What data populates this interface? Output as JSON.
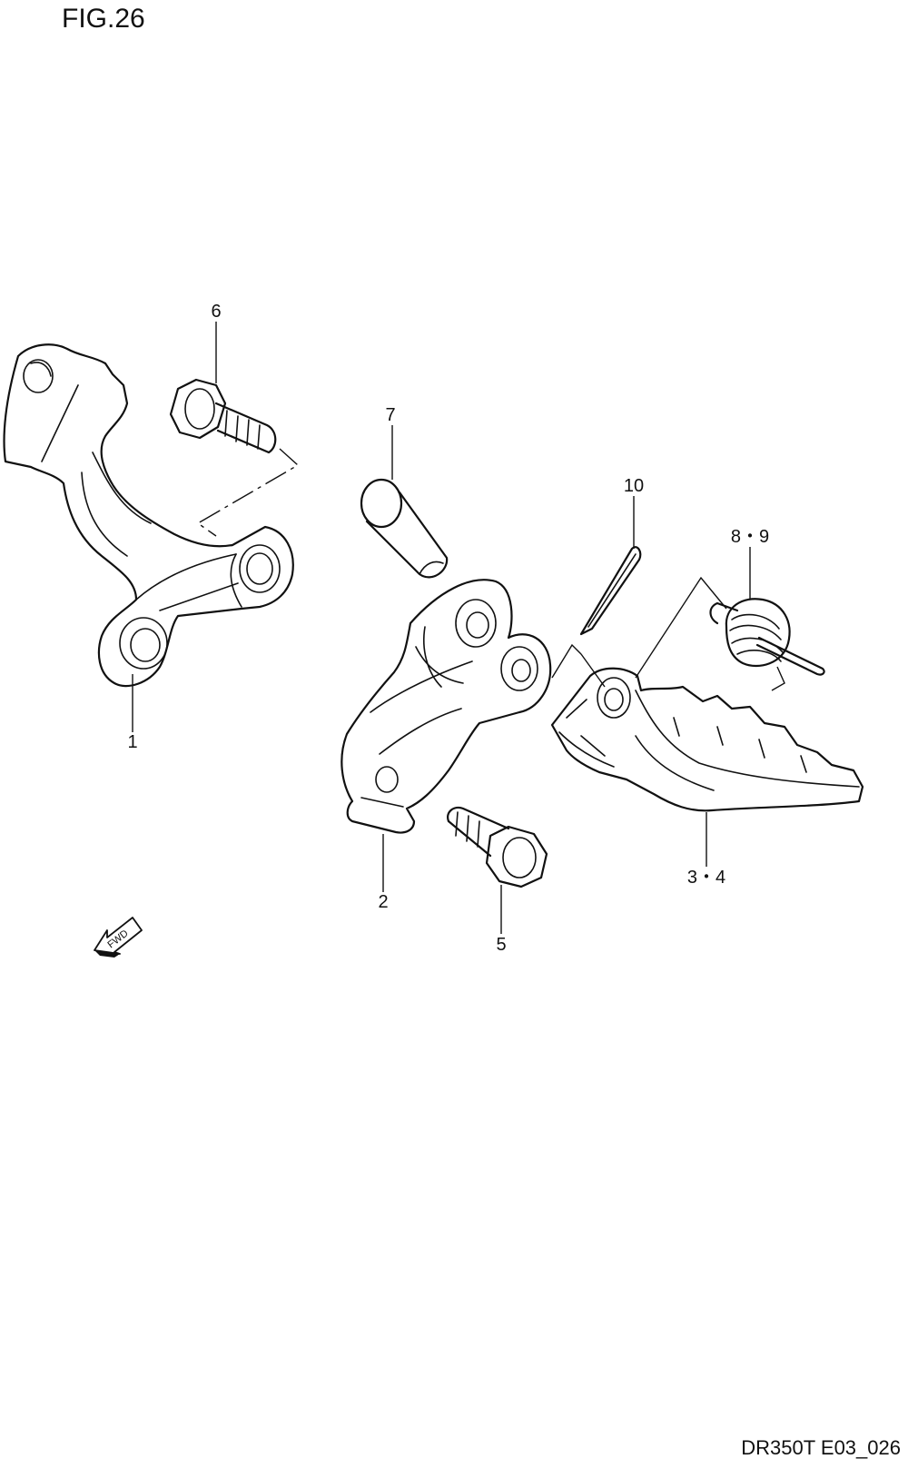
{
  "figure_label": "FIG.26",
  "footer_code": "DR350T E03_026",
  "fwd_text": "FWD",
  "callouts": {
    "c1": "1",
    "c2": "2",
    "c34": "3・4",
    "c5": "5",
    "c6": "6",
    "c7": "7",
    "c89": "8・9",
    "c10": "10"
  }
}
